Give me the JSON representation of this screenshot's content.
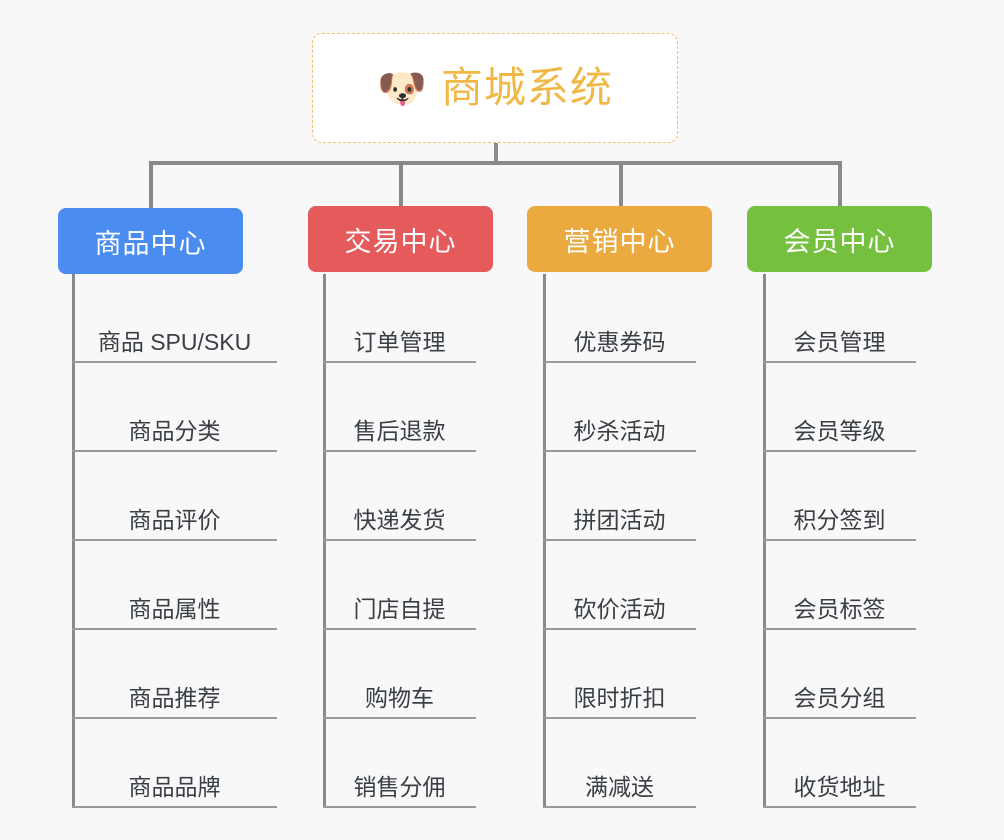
{
  "canvas": {
    "background": "#f8f8f8",
    "connector_color": "#8a8a8a",
    "leaf_text_color": "#3a3f45",
    "leaf_rule_color": "#9a9a9a"
  },
  "root": {
    "icon": "dog-face-emoji",
    "icon_glyph": "🐶",
    "title": "商城系统",
    "text_color": "#f0b847",
    "border_color": "#edc06a",
    "background": "#ffffff"
  },
  "branches": [
    {
      "id": "product-center",
      "label": "商品中心",
      "color": "#4a8cf0",
      "items": [
        "商品 SPU/SKU",
        "商品分类",
        "商品评价",
        "商品属性",
        "商品推荐",
        "商品品牌"
      ]
    },
    {
      "id": "trade-center",
      "label": "交易中心",
      "color": "#e55a5a",
      "items": [
        "订单管理",
        "售后退款",
        "快递发货",
        "门店自提",
        "购物车",
        "销售分佣"
      ]
    },
    {
      "id": "marketing-center",
      "label": "营销中心",
      "color": "#eaaa3f",
      "items": [
        "优惠券码",
        "秒杀活动",
        "拼团活动",
        "砍价活动",
        "限时折扣",
        "满减送"
      ]
    },
    {
      "id": "member-center",
      "label": "会员中心",
      "color": "#76c040",
      "items": [
        "会员管理",
        "会员等级",
        "积分签到",
        "会员标签",
        "会员分组",
        "收货地址"
      ]
    }
  ]
}
